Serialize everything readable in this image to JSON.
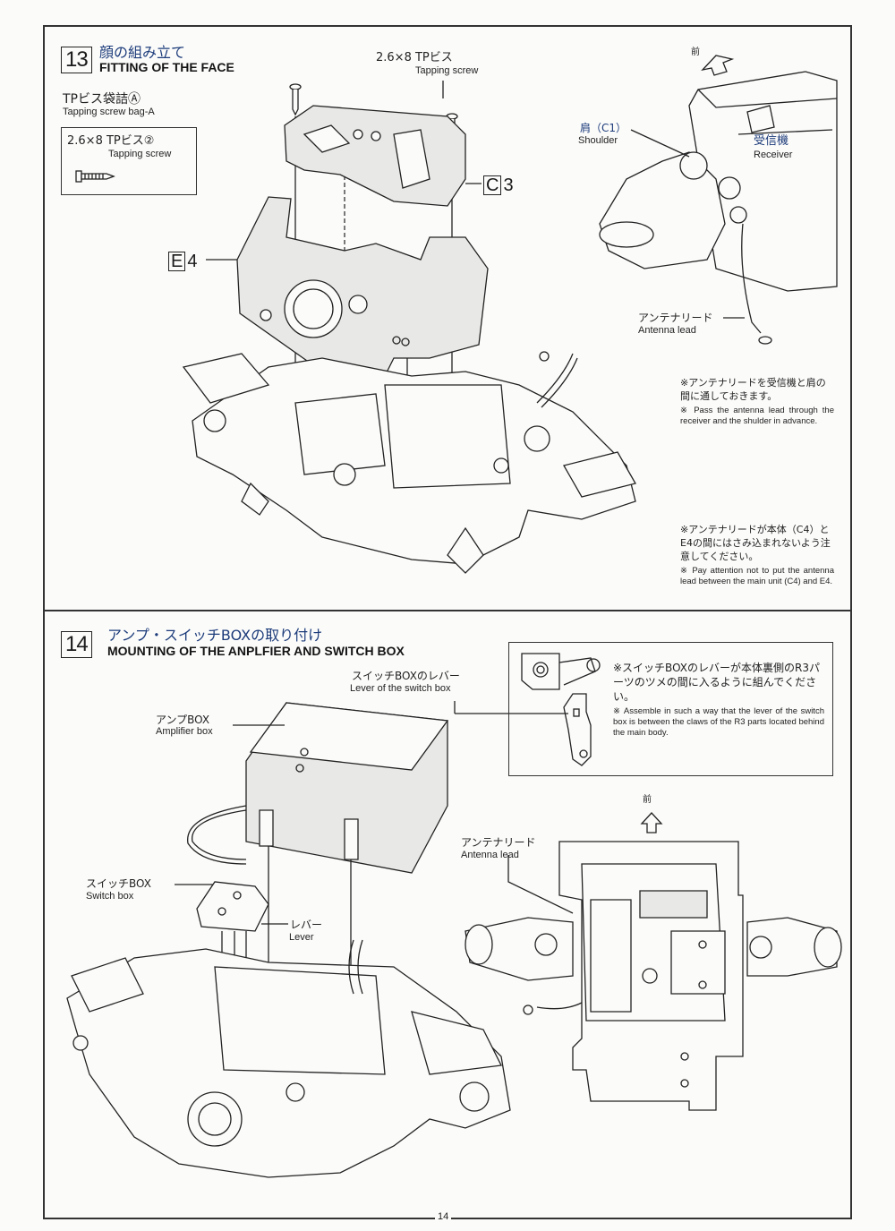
{
  "page_number": "14",
  "step13": {
    "number": "13",
    "title_jp": "顔の組み立て",
    "title_en": "FITTING OF THE FACE",
    "bag_label_jp": "TPビス袋詰Ⓐ",
    "bag_label_en": "Tapping screw bag-A",
    "bag_item_jp": "2.6×8 TPビス②",
    "bag_item_en": "Tapping screw",
    "screw_label_jp": "2.6×8 TPビス",
    "screw_label_en": "Tapping screw",
    "part_c3_letter": "C",
    "part_c3_num": "3",
    "part_e4_letter": "E",
    "part_e4_num": "4",
    "front_label": "前",
    "shoulder_jp": "肩（C1）",
    "shoulder_en": "Shoulder",
    "receiver_jp": "受信機",
    "receiver_en": "Receiver",
    "antenna_jp": "アンテナリード",
    "antenna_en": "Antenna lead",
    "note1_jp": "※アンテナリードを受信機と肩の間に通しておきます。",
    "note1_en": "※ Pass the antenna lead through the receiver and the shulder in advance.",
    "note2_jp": "※アンテナリードが本体（C4）とE4の間にはさみ込まれないよう注意してください。",
    "note2_en": "※ Pay attention not to put the antenna lead between the main unit (C4) and E4."
  },
  "step14": {
    "number": "14",
    "title_jp": "アンプ・スイッチBOXの取り付け",
    "title_en": "MOUNTING OF THE ANPLFIER AND SWITCH BOX",
    "lever_sb_jp": "スイッチBOXのレバー",
    "lever_sb_en": "Lever of the switch box",
    "amp_jp": "アンプBOX",
    "amp_en": "Amplifier box",
    "switch_jp": "スイッチBOX",
    "switch_en": "Switch box",
    "lever_jp": "レバー",
    "lever_en": "Lever",
    "front_label": "前",
    "antenna_jp": "アンテナリード",
    "antenna_en": "Antenna lead",
    "note_jp": "※スイッチBOXのレバーが本体裏側のR3パーツのツメの間に入るように組んでください。",
    "note_en": "※ Assemble in such a way that the lever of the switch box is between the claws of the R3 parts located behind the main body."
  },
  "colors": {
    "ink": "#222222",
    "title_blue": "#1d3c7a",
    "paper": "#fbfbfa",
    "part_fill": "#e8e8e6"
  }
}
